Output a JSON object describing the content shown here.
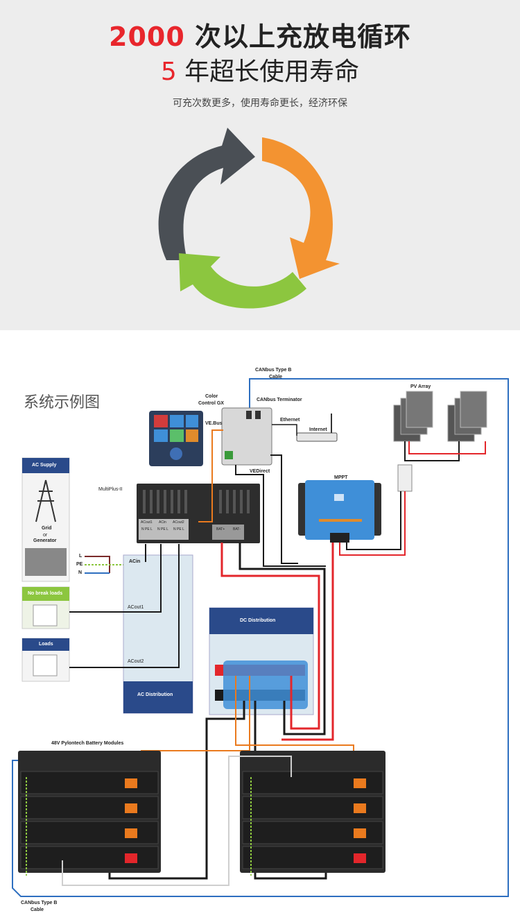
{
  "hero": {
    "line1_num": "2000",
    "line1_text": " 次以上充放电循环",
    "line2_num": "5",
    "line2_text": " 年超长使用寿命",
    "subtitle": "可充次数更多，使用寿命更长，经济环保",
    "cycle_colors": {
      "dark": "#4a4f55",
      "orange": "#f39331",
      "green": "#8cc63f"
    }
  },
  "diagram": {
    "title": "系统示例图",
    "labels": {
      "canbus_top": "CANbus Type B",
      "canbus_top2": "Cable",
      "color_control": "Color",
      "color_control2": "Control GX",
      "canbus_terminator": "CANbus Terminator",
      "pv_array": "PV Array",
      "vebus": "VE.Bus",
      "ethernet": "Ethernet",
      "internet": "Internet",
      "vedirect": "VEDirect",
      "mppt": "MPPT",
      "multiplus": "MultiPlus-II",
      "ac_supply": "AC Supply",
      "grid": "Grid",
      "or": "or",
      "generator": "Generator",
      "l": "L",
      "pe": "PE",
      "n": "N",
      "acin": "ACin",
      "acout1": "ACout1",
      "acout2": "ACout2",
      "ac_distribution": "AC Distribution",
      "no_break_loads": "No break loads",
      "loads": "Loads",
      "dc_distribution": "DC Distribution",
      "battery_modules": "48V Pylontech Battery Modules",
      "canbus_bottom": "CANbus Type B",
      "canbus_bottom2": "Cable",
      "acout1_term": "ACout1",
      "acin_term": "ACin",
      "acout2_term": "ACout2",
      "npel1": "N PE L",
      "npel2": "N PE L",
      "npel3": "N PE L",
      "bat_plus": "BAT+",
      "bat_minus": "BAT-"
    },
    "colors": {
      "red": "#e3262b",
      "black": "#1a1a1a",
      "orange": "#ea7a1e",
      "blue": "#2e6fc0",
      "panel_blue": "#2a4a8a"
    }
  }
}
